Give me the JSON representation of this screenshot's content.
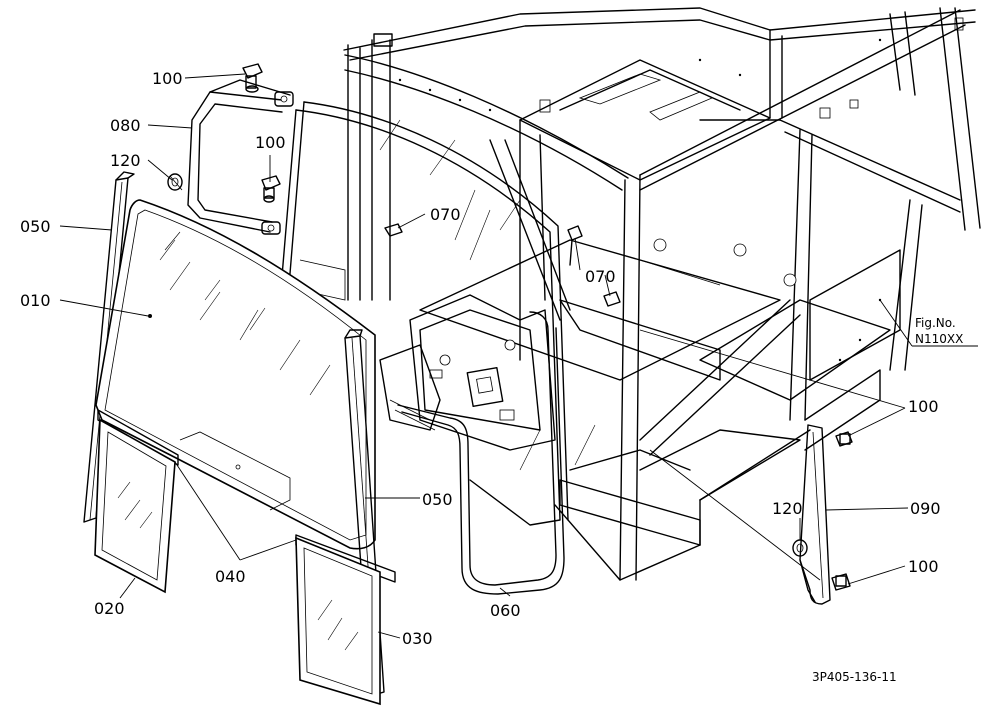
{
  "callouts": {
    "c100a": "100",
    "c080": "080",
    "c120a": "120",
    "c100b": "100",
    "c050a": "050",
    "c010": "010",
    "c070a": "070",
    "c070b": "070",
    "c050b": "050",
    "c040": "040",
    "c020": "020",
    "c030": "030",
    "c060": "060",
    "c100c": "100",
    "c090": "090",
    "c120b": "120",
    "c100d": "100"
  },
  "fig_label": {
    "line1": "Fig.No.",
    "line2": "N110XX"
  },
  "drawing_code": "3P405-136-11"
}
